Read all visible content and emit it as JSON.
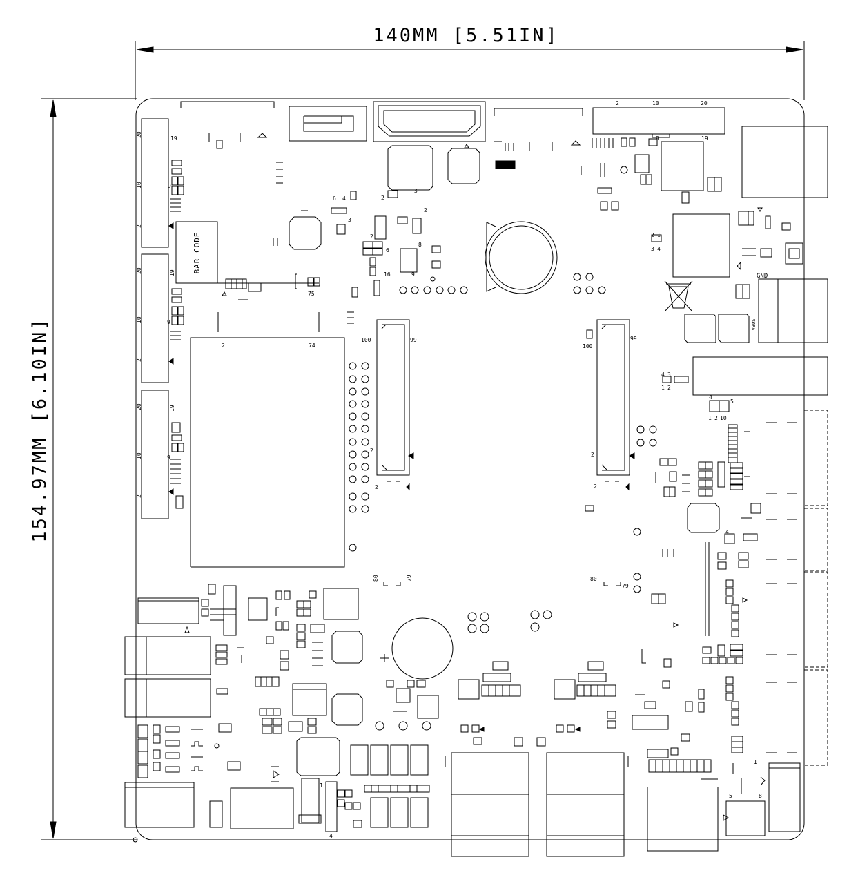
{
  "dimensions": {
    "width_label": "140MM [5.51IN]",
    "height_label": "154.97MM [6.10IN]"
  },
  "labels": {
    "bar_code": "BAR CODE",
    "gnd": "GND",
    "vbus": "VBUS"
  },
  "pins": {
    "h1": [
      "20",
      "19",
      "10",
      "9",
      "2"
    ],
    "h2": [
      "20",
      "19",
      "10",
      "9",
      "2"
    ],
    "h3": [
      "20",
      "19",
      "10",
      "9",
      "2"
    ],
    "top_header": [
      "2",
      "10",
      "20",
      "19"
    ],
    "sodimm": [
      "2",
      "74",
      "75"
    ],
    "slot_left": [
      "100",
      "99",
      "2",
      "2"
    ],
    "slot_right": [
      "100",
      "99",
      "2",
      "2"
    ],
    "bottom_left": [
      "80",
      "79"
    ],
    "bottom_right": [
      "80",
      "79"
    ],
    "misc": [
      "6",
      "4",
      "3",
      "2",
      "3",
      "2",
      "2",
      "6",
      "8",
      "9",
      "16",
      "9",
      "2",
      "1",
      "3",
      "4",
      "4",
      "3",
      "1",
      "2",
      "4",
      "5",
      "1",
      "2",
      "10",
      "4",
      "1",
      "5",
      "8",
      "4",
      "1"
    ]
  },
  "colors": {
    "line": "#000000",
    "background": "#ffffff"
  }
}
